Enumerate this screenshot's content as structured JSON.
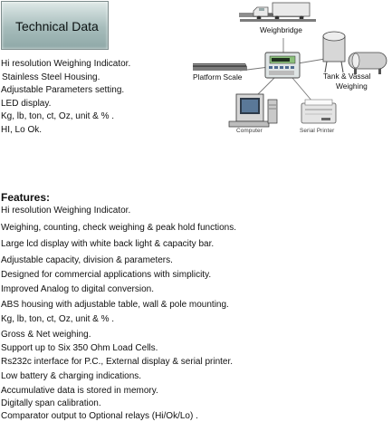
{
  "badge": {
    "title": "Technical Data"
  },
  "technical_data": [
    "Hi resolution Weighing Indicator.",
    "Stainless Steel Housing.",
    "Adjustable Parameters setting.",
    "LED display.",
    "Kg, lb, ton, ct, Oz, unit & % .",
    "HI, Lo Ok."
  ],
  "diagram": {
    "weighbridge": "Weighbridge",
    "platform_scale": "Platform Scale",
    "tank_line1": "Tank & Vassal",
    "tank_line2": "Weighing",
    "computer": "Computer",
    "serial_printer": "Serial Printer"
  },
  "features": {
    "title": "Features:",
    "items": [
      "Hi resolution Weighing Indicator.",
      "Weighing, counting, check weighing & peak hold functions.",
      "Large lcd display with white back light & capacity bar.",
      "Adjustable capacity, division & parameters.",
      "Designed for commercial applications with simplicity.",
      "Improved Analog to digital conversion.",
      "ABS housing with adjustable table, wall & pole mounting.",
      "Kg, lb, ton, ct, Oz, unit & % .",
      "Gross & Net weighing.",
      "Support up to Six 350 Ohm Load Cells.",
      "Rs232c interface for P.C., External display & serial printer.",
      "Low battery & charging indications.",
      "Accumulative data is stored in memory.",
      "Digitally span calibration.",
      "Comparator output to Optional relays (Hi/Ok/Lo) ."
    ]
  }
}
